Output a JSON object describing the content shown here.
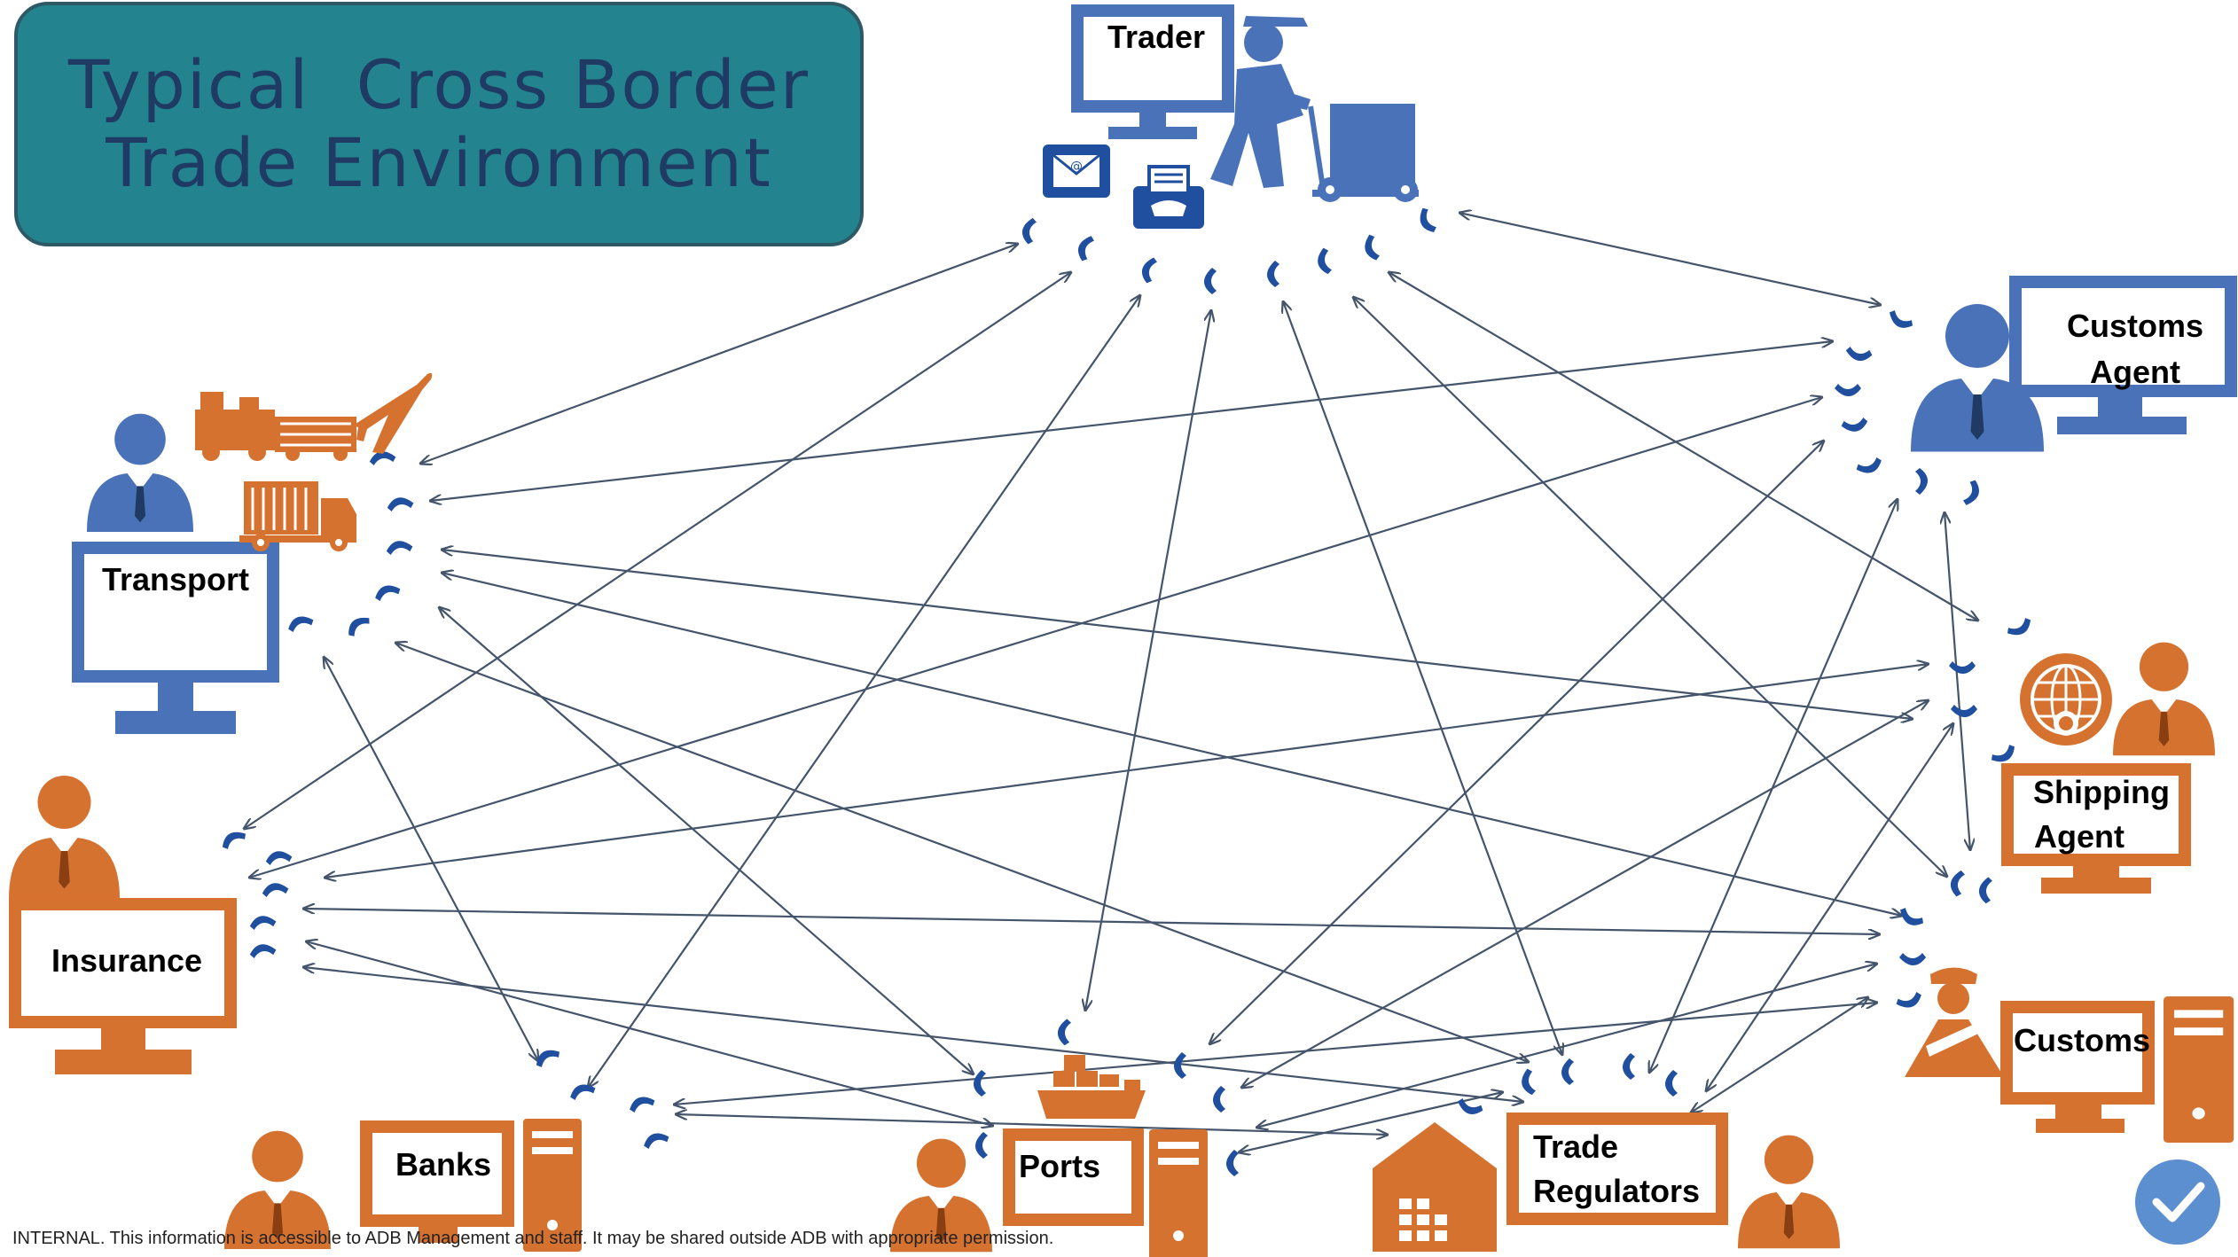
{
  "title": {
    "line1": "Typical  Cross Border",
    "line2": "Trade Environment"
  },
  "actors": {
    "trader": "Trader",
    "customs_agent": [
      "Customs",
      "Agent"
    ],
    "transport": "Transport",
    "shipping_agent": [
      "Shipping",
      "Agent"
    ],
    "insurance": "Insurance",
    "customs": "Customs",
    "banks": "Banks",
    "ports": "Ports",
    "trade_regulators": [
      "Trade",
      "Regulators"
    ]
  },
  "footer": {
    "text": "INTERNAL. This information is accessible to ADB Management and staff. It may be shared outside ADB with appropriate permission."
  },
  "colors": {
    "blue": "#4a72b8",
    "orange": "#d6722f",
    "dark_blue": "#1f4f9e",
    "arrow": "#44546a",
    "title_bg": "#23838f",
    "title_text": "#1f3b63"
  },
  "icons": [
    "envelope-icon",
    "fax-icon",
    "phone-handset-icon",
    "person-with-trolley-icon",
    "train-icon",
    "truck-icon",
    "airplane-icon",
    "ship-icon",
    "globe-icon",
    "warehouse-icon",
    "server-tower-icon",
    "check-badge-icon"
  ]
}
